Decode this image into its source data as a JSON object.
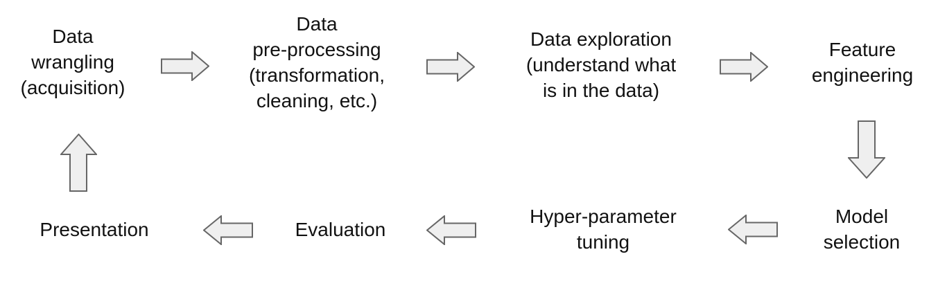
{
  "diagram": {
    "kind": "cyclic-flow-diagram",
    "nodes": {
      "data_wrangling": {
        "lines": [
          "Data",
          "wrangling",
          "(acquisition)"
        ]
      },
      "pre_processing": {
        "lines": [
          "Data",
          "pre-processing",
          "(transformation,",
          "cleaning, etc.)"
        ]
      },
      "data_exploration": {
        "lines": [
          "Data exploration",
          "(understand what",
          "is in the data)"
        ]
      },
      "feature_engineering": {
        "lines": [
          "Feature",
          "engineering"
        ]
      },
      "model_selection": {
        "lines": [
          "Model",
          "selection"
        ]
      },
      "hyper_parameter": {
        "lines": [
          "Hyper-parameter",
          "tuning"
        ]
      },
      "evaluation": {
        "lines": [
          "Evaluation"
        ]
      },
      "presentation": {
        "lines": [
          "Presentation"
        ]
      }
    },
    "flow": [
      {
        "from": "data_wrangling",
        "to": "pre_processing",
        "direction": "right"
      },
      {
        "from": "pre_processing",
        "to": "data_exploration",
        "direction": "right"
      },
      {
        "from": "data_exploration",
        "to": "feature_engineering",
        "direction": "right"
      },
      {
        "from": "feature_engineering",
        "to": "model_selection",
        "direction": "down"
      },
      {
        "from": "model_selection",
        "to": "hyper_parameter",
        "direction": "left"
      },
      {
        "from": "hyper_parameter",
        "to": "evaluation",
        "direction": "left"
      },
      {
        "from": "evaluation",
        "to": "presentation",
        "direction": "left"
      },
      {
        "from": "presentation",
        "to": "data_wrangling",
        "direction": "up"
      }
    ],
    "colors": {
      "background": "#ffffff",
      "text": "#111111",
      "arrow_fill": "#efefef",
      "arrow_stroke": "#666666"
    }
  }
}
